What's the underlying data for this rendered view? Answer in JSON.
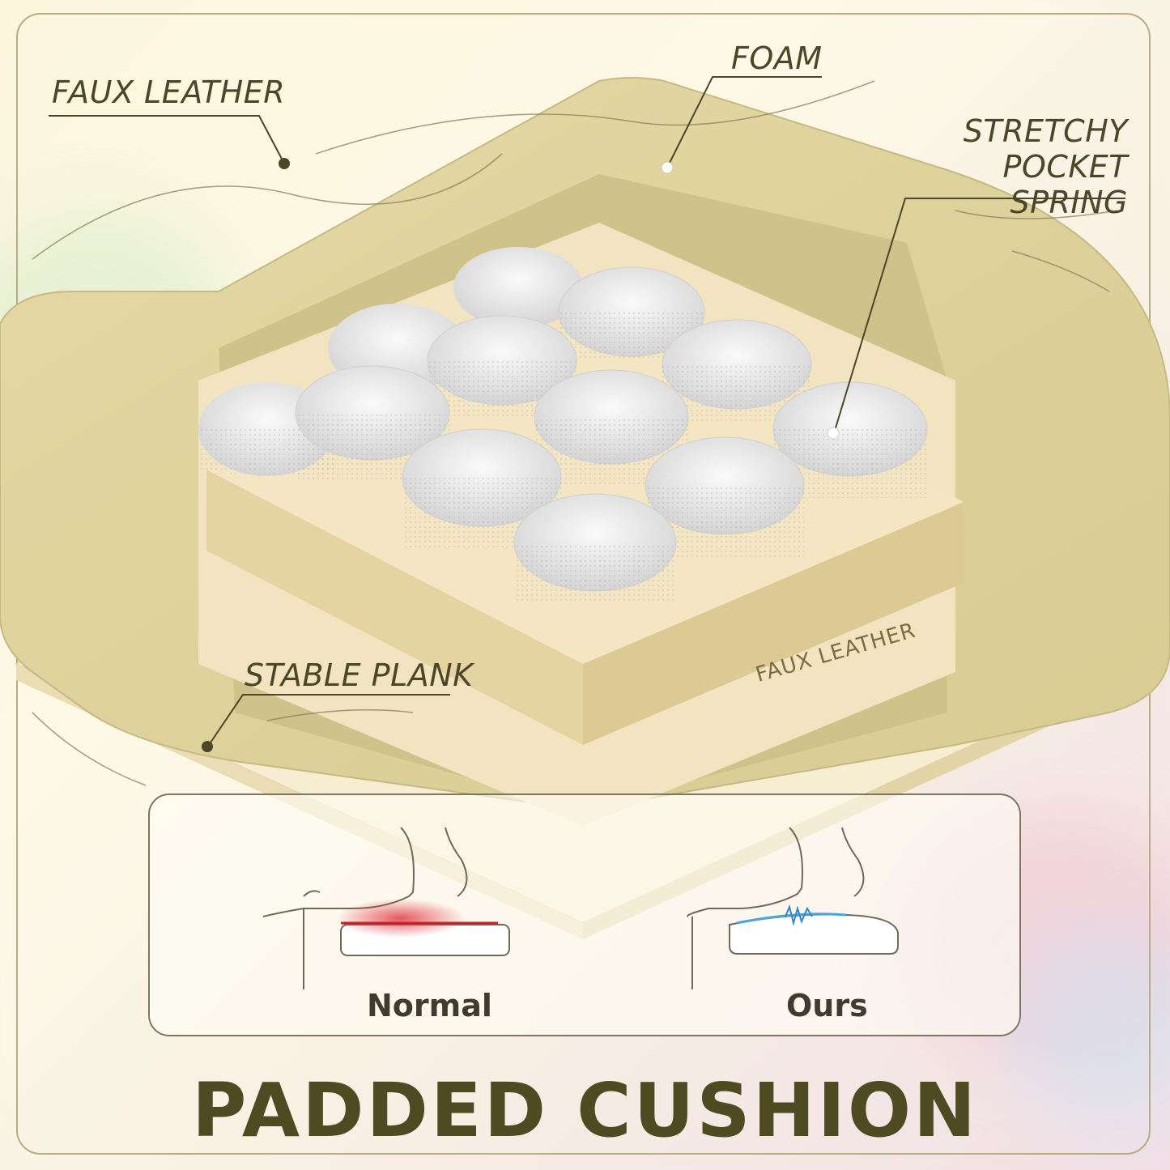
{
  "labels": {
    "faux_leather": "FAUX LEATHER",
    "foam": "FOAM",
    "pocket_spring": "STRETCHY\nPOCKET SPRING",
    "stable_plank": "STABLE PLANK",
    "embossed_side": "FAUX LEATHER"
  },
  "comparison": {
    "normal_label": "Normal",
    "ours_label": "Ours"
  },
  "headline": "PADDED CUSHION",
  "colors": {
    "foam": "#e0d49e",
    "foam_shadow": "#c7b982",
    "spring": "#eeeeee",
    "leader": "#4b4628",
    "headline": "#4e4a22",
    "pressure_red": "#e0303a",
    "pressure_blue": "#4aa6d8"
  },
  "icons": [
    "leader-dot-icon",
    "spring-coil-icon",
    "leg-outline-icon",
    "pressure-wave-icon"
  ]
}
